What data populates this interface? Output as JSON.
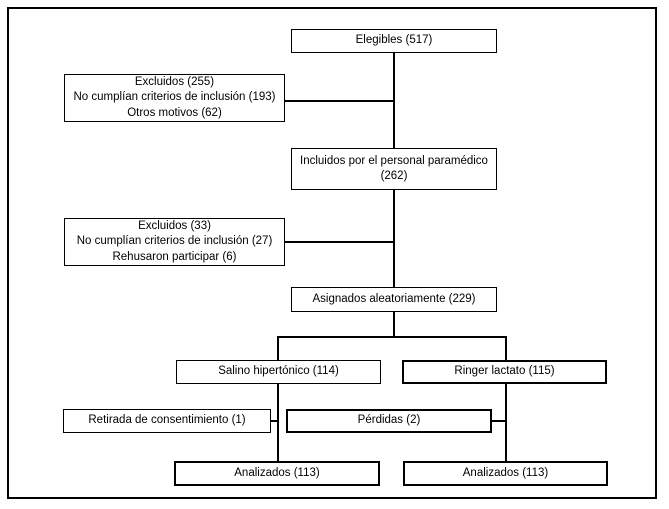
{
  "diagram": {
    "type": "flowchart",
    "language": "es",
    "colors": {
      "background": "#ffffff",
      "box_fill": "#ffffff",
      "box_border": "#000000",
      "line": "#000000",
      "text": "#000000"
    },
    "nodes": {
      "elegibles": {
        "lines": [
          "Elegibles (517)"
        ]
      },
      "excluidos1": {
        "lines": [
          "Excluidos (255)",
          "No cumplían criterios de inclusión (193)",
          "Otros motivos (62)"
        ]
      },
      "incluidos": {
        "lines": [
          "Incluidos por el personal paramédico",
          "(262)"
        ]
      },
      "excluidos2": {
        "lines": [
          "Excluidos (33)",
          "No cumplían criterios de inclusión (27)",
          "Rehusaron participar (6)"
        ]
      },
      "asignados": {
        "lines": [
          "Asignados aleatoriamente (229)"
        ]
      },
      "salino": {
        "lines": [
          "Salino hipertónico (114)"
        ]
      },
      "ringer": {
        "lines": [
          "Ringer lactato (115)"
        ]
      },
      "retirada": {
        "lines": [
          "Retirada de consentimiento (1)"
        ]
      },
      "perdidas": {
        "lines": [
          "Pérdidas (2)"
        ]
      },
      "analizados_izq": {
        "lines": [
          "Analizados (113)"
        ]
      },
      "analizados_der": {
        "lines": [
          "Analizados (113)"
        ]
      }
    },
    "edges": [
      "elegibles -> incluidos",
      "elegibles -> excluidos1",
      "incluidos -> asignados",
      "incluidos -> excluidos2",
      "asignados -> salino",
      "asignados -> ringer",
      "salino -> analizados_izq",
      "retirada -> rama_salino",
      "ringer -> analizados_der",
      "perdidas -> rama_ringer"
    ]
  }
}
